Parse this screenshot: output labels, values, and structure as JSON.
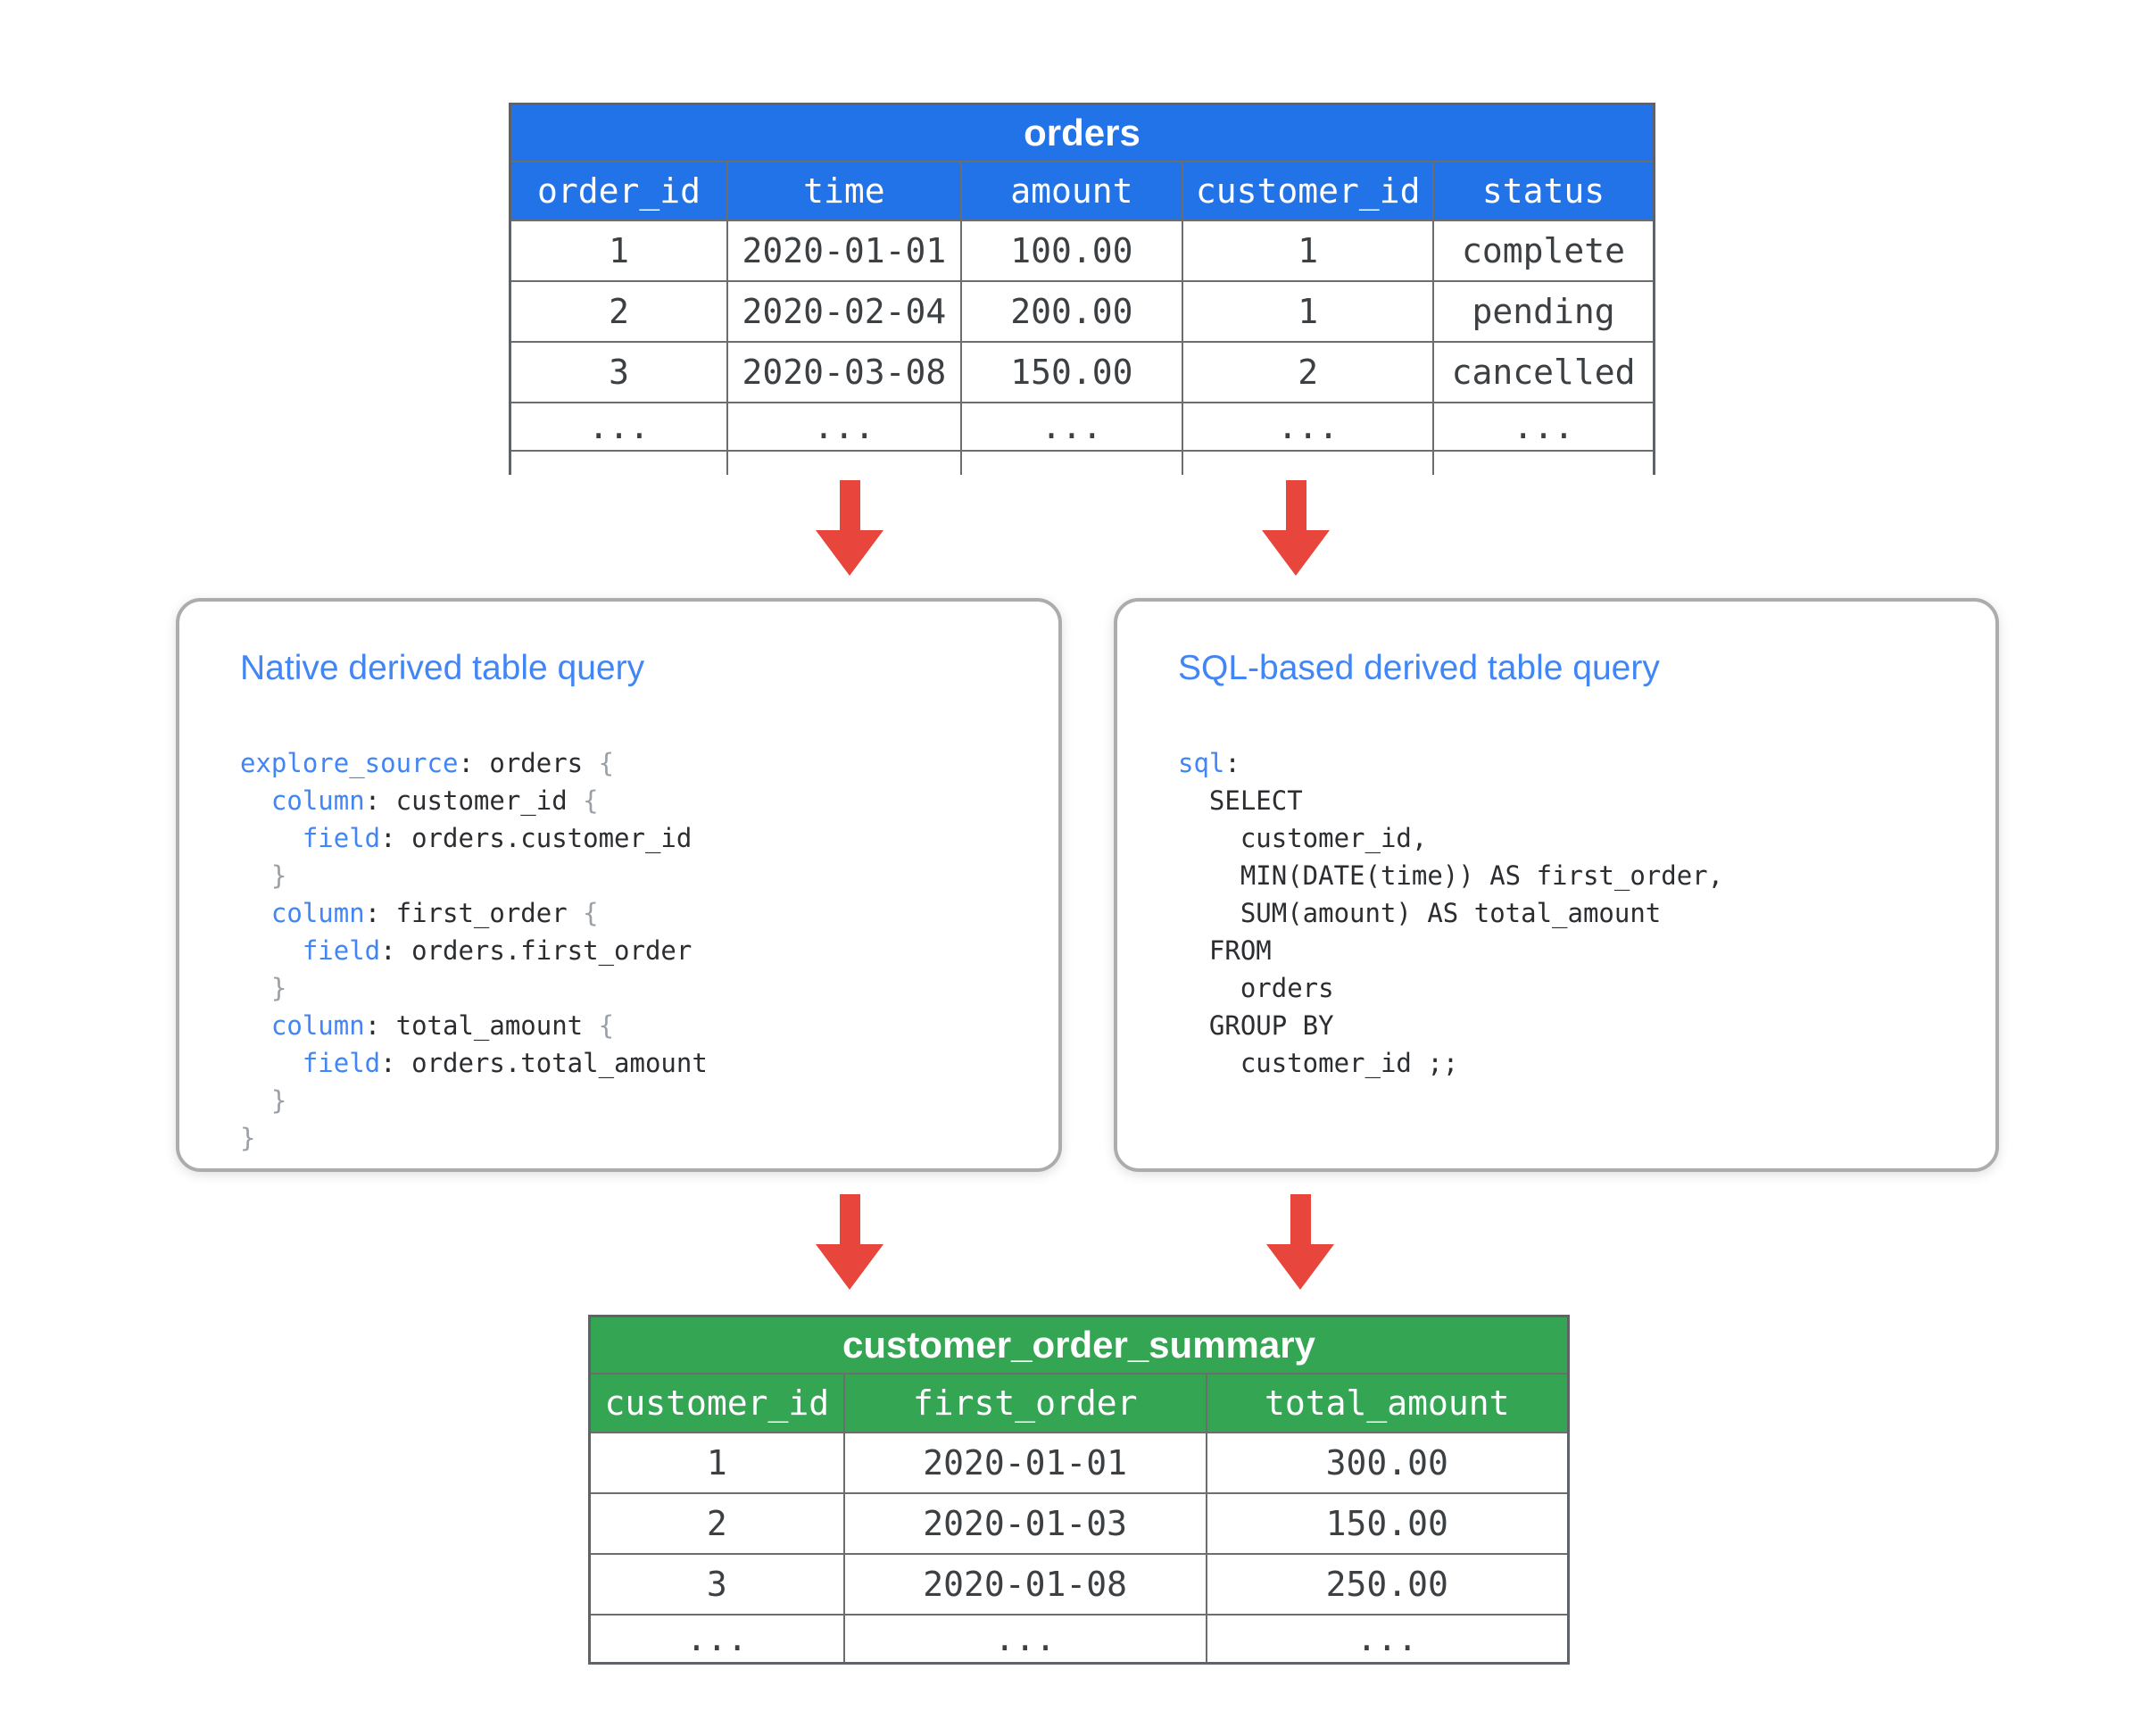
{
  "colors": {
    "background": "#ffffff",
    "orders_header_bg": "#2173e7",
    "summary_header_bg": "#34a553",
    "arrow": "#e8453c",
    "accent_blue": "#4285f4",
    "code_text": "#2b2d30",
    "brace_gray": "#9aa0a6",
    "table_text": "#3c4043",
    "table_border": "#5f6368",
    "table_border_inner": "#6d6d6d",
    "box_border": "#acacac",
    "header_text": "#ffffff"
  },
  "orders_table": {
    "title": "orders",
    "header_color": "#2173e7",
    "columns": [
      "order_id",
      "time",
      "amount",
      "customer_id",
      "status"
    ],
    "rows": [
      [
        "1",
        "2020-01-01",
        "100.00",
        "1",
        "complete"
      ],
      [
        "2",
        "2020-02-04",
        "200.00",
        "1",
        "pending"
      ],
      [
        "3",
        "2020-03-08",
        "150.00",
        "2",
        "cancelled"
      ],
      [
        "...",
        "...",
        "...",
        "...",
        "..."
      ],
      [
        "",
        "",
        "",
        "",
        ""
      ]
    ]
  },
  "native_box": {
    "title": "Native derived table query",
    "code_lines": [
      [
        [
          "k",
          "explore_source"
        ],
        [
          "p",
          ": orders "
        ],
        [
          "b",
          "{"
        ]
      ],
      [
        [
          "p",
          "  "
        ],
        [
          "k",
          "column"
        ],
        [
          "p",
          ": customer_id "
        ],
        [
          "b",
          "{"
        ]
      ],
      [
        [
          "p",
          "    "
        ],
        [
          "k",
          "field"
        ],
        [
          "p",
          ": orders.customer_id"
        ]
      ],
      [
        [
          "b",
          "  }"
        ]
      ],
      [
        [
          "p",
          "  "
        ],
        [
          "k",
          "column"
        ],
        [
          "p",
          ": first_order "
        ],
        [
          "b",
          "{"
        ]
      ],
      [
        [
          "p",
          "    "
        ],
        [
          "k",
          "field"
        ],
        [
          "p",
          ": orders.first_order"
        ]
      ],
      [
        [
          "b",
          "  }"
        ]
      ],
      [
        [
          "p",
          "  "
        ],
        [
          "k",
          "column"
        ],
        [
          "p",
          ": total_amount "
        ],
        [
          "b",
          "{"
        ]
      ],
      [
        [
          "p",
          "    "
        ],
        [
          "k",
          "field"
        ],
        [
          "p",
          ": orders.total_amount"
        ]
      ],
      [
        [
          "b",
          "  }"
        ]
      ],
      [
        [
          "b",
          "}"
        ]
      ]
    ]
  },
  "sql_box": {
    "title": "SQL-based derived table query",
    "code_lines": [
      [
        [
          "k",
          "sql"
        ],
        [
          "p",
          ":"
        ]
      ],
      [
        [
          "p",
          "  SELECT"
        ]
      ],
      [
        [
          "p",
          "    customer_id,"
        ]
      ],
      [
        [
          "p",
          "    MIN(DATE(time)) AS first_order,"
        ]
      ],
      [
        [
          "p",
          "    SUM(amount) AS total_amount"
        ]
      ],
      [
        [
          "p",
          "  FROM"
        ]
      ],
      [
        [
          "p",
          "    orders"
        ]
      ],
      [
        [
          "p",
          "  GROUP BY"
        ]
      ],
      [
        [
          "p",
          "    customer_id ;;"
        ]
      ]
    ]
  },
  "summary_table": {
    "title": "customer_order_summary",
    "header_color": "#34a553",
    "columns": [
      "customer_id",
      "first_order",
      "total_amount"
    ],
    "rows": [
      [
        "1",
        "2020-01-01",
        "300.00"
      ],
      [
        "2",
        "2020-01-03",
        "150.00"
      ],
      [
        "3",
        "2020-01-08",
        "250.00"
      ],
      [
        "...",
        "...",
        "..."
      ]
    ]
  }
}
